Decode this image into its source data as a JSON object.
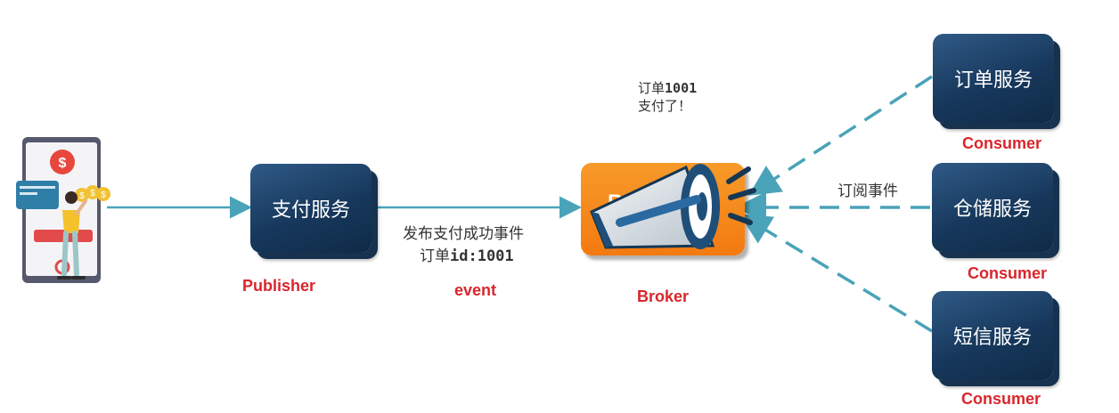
{
  "nodes": {
    "pay": "支付服务",
    "order": "订单服务",
    "storage": "仓储服务",
    "sms": "短信服务"
  },
  "roles": {
    "publisher": "Publisher",
    "event": "event",
    "broker": "Broker",
    "consumer1": "Consumer",
    "consumer2": "Consumer",
    "consumer3": "Consumer"
  },
  "notes": {
    "event_line1": "发布支付成功事件",
    "event_line2_prefix": "订单",
    "event_line2_code": "id:1001",
    "broker_line1_prefix": "订单",
    "broker_line1_code": "1001",
    "broker_line2": "支付了！",
    "subscribe": "订阅事件"
  },
  "broker_letter": "B",
  "colors": {
    "node_fill": "#17385c",
    "role_text": "#d9262c",
    "arrow": "#4aa3b8",
    "broker_orange": "#f37a10"
  },
  "icons": [
    "phone-payment-icon",
    "megaphone-icon"
  ]
}
